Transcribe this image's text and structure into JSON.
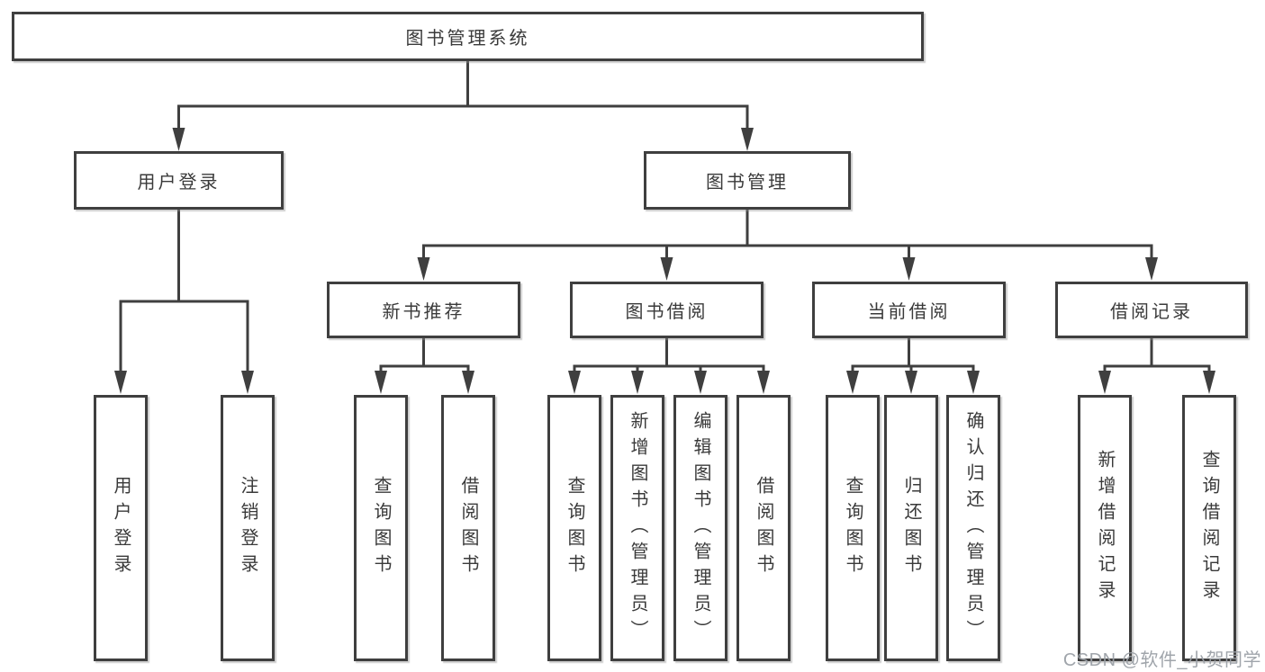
{
  "diagram": {
    "type": "tree",
    "title": "图书管理系统",
    "colors": {
      "background": "#ffffff",
      "line": "#3f3f3f",
      "box_border": "#3f3f3f",
      "box_fill": "#ffffff",
      "text": "#3a3a3a",
      "watermark": "#9ba0a7"
    }
  },
  "nodes": [
    {
      "id": "root",
      "level": 1,
      "label": "图书管理系统",
      "orientation": "horizontal"
    },
    {
      "id": "user-login",
      "level": 2,
      "label": "用户登录",
      "orientation": "horizontal"
    },
    {
      "id": "book-mgmt",
      "level": 2,
      "label": "图书管理",
      "orientation": "horizontal"
    },
    {
      "id": "new-book-rec",
      "level": 3,
      "label": "新书推荐",
      "orientation": "horizontal"
    },
    {
      "id": "book-borrow",
      "level": 3,
      "label": "图书借阅",
      "orientation": "horizontal"
    },
    {
      "id": "current-borrow",
      "level": 3,
      "label": "当前借阅",
      "orientation": "horizontal"
    },
    {
      "id": "borrow-records",
      "level": 3,
      "label": "借阅记录",
      "orientation": "horizontal"
    },
    {
      "id": "leaf-user-login",
      "level": 4,
      "label": "用户登录",
      "orientation": "vertical"
    },
    {
      "id": "leaf-logout",
      "level": 4,
      "label": "注销登录",
      "orientation": "vertical"
    },
    {
      "id": "leaf-nb-query",
      "level": 4,
      "label": "查询图书",
      "orientation": "vertical"
    },
    {
      "id": "leaf-nb-borrow",
      "level": 4,
      "label": "借阅图书",
      "orientation": "vertical"
    },
    {
      "id": "leaf-bb-query",
      "level": 4,
      "label": "查询图书",
      "orientation": "vertical"
    },
    {
      "id": "leaf-bb-add",
      "level": 4,
      "label": "新增图书（管理员）",
      "orientation": "vertical"
    },
    {
      "id": "leaf-bb-edit",
      "level": 4,
      "label": "编辑图书（管理员）",
      "orientation": "vertical"
    },
    {
      "id": "leaf-bb-borrow",
      "level": 4,
      "label": "借阅图书",
      "orientation": "vertical"
    },
    {
      "id": "leaf-cb-query",
      "level": 4,
      "label": "查询图书",
      "orientation": "vertical"
    },
    {
      "id": "leaf-cb-return",
      "level": 4,
      "label": "归还图书",
      "orientation": "vertical"
    },
    {
      "id": "leaf-cb-confirm",
      "level": 4,
      "label": "确认归还（管理员）",
      "orientation": "vertical"
    },
    {
      "id": "leaf-br-add",
      "level": 4,
      "label": "新增借阅记录",
      "orientation": "vertical"
    },
    {
      "id": "leaf-br-query",
      "level": 4,
      "label": "查询借阅记录",
      "orientation": "vertical"
    }
  ],
  "edges": [
    [
      "root",
      "user-login"
    ],
    [
      "root",
      "book-mgmt"
    ],
    [
      "user-login",
      "leaf-user-login"
    ],
    [
      "user-login",
      "leaf-logout"
    ],
    [
      "book-mgmt",
      "new-book-rec"
    ],
    [
      "book-mgmt",
      "book-borrow"
    ],
    [
      "book-mgmt",
      "current-borrow"
    ],
    [
      "book-mgmt",
      "borrow-records"
    ],
    [
      "new-book-rec",
      "leaf-nb-query"
    ],
    [
      "new-book-rec",
      "leaf-nb-borrow"
    ],
    [
      "book-borrow",
      "leaf-bb-query"
    ],
    [
      "book-borrow",
      "leaf-bb-add"
    ],
    [
      "book-borrow",
      "leaf-bb-edit"
    ],
    [
      "book-borrow",
      "leaf-bb-borrow"
    ],
    [
      "current-borrow",
      "leaf-cb-query"
    ],
    [
      "current-borrow",
      "leaf-cb-return"
    ],
    [
      "current-borrow",
      "leaf-cb-confirm"
    ],
    [
      "borrow-records",
      "leaf-br-add"
    ],
    [
      "borrow-records",
      "leaf-br-query"
    ]
  ],
  "watermark": {
    "text": "CSDN @软件_小贺同学"
  }
}
